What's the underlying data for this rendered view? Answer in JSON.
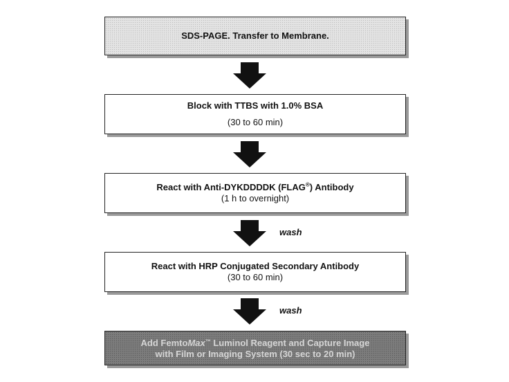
{
  "steps": [
    {
      "line1": "SDS-PAGE.  Transfer to Membrane."
    },
    {
      "line1": "Block with TTBS with 1.0% BSA",
      "line2": "(30 to 60 min)"
    },
    {
      "line1_pre": "React with Anti-DYKDDDDK (FLAG",
      "line1_sup": "®",
      "line1_post": ") Antibody",
      "line2": "(1 h to overnight)"
    },
    {
      "line1": "React with HRP Conjugated Secondary Antibody",
      "line2": "(30 to 60 min)"
    },
    {
      "line1_pre": "Add Femto",
      "line1_ital": "Max",
      "line1_tm": "™",
      "line1_post": " Luminol Reagent and Capture Image",
      "line2": "with Film or Imaging System (30 sec to 20 min)"
    }
  ],
  "wash_labels": [
    "wash",
    "wash"
  ],
  "colors": {
    "light_box": "#e3e3e3",
    "dark_box": "#7c7c7c",
    "arrow": "#111111",
    "shadow": "#9a9a9a"
  }
}
